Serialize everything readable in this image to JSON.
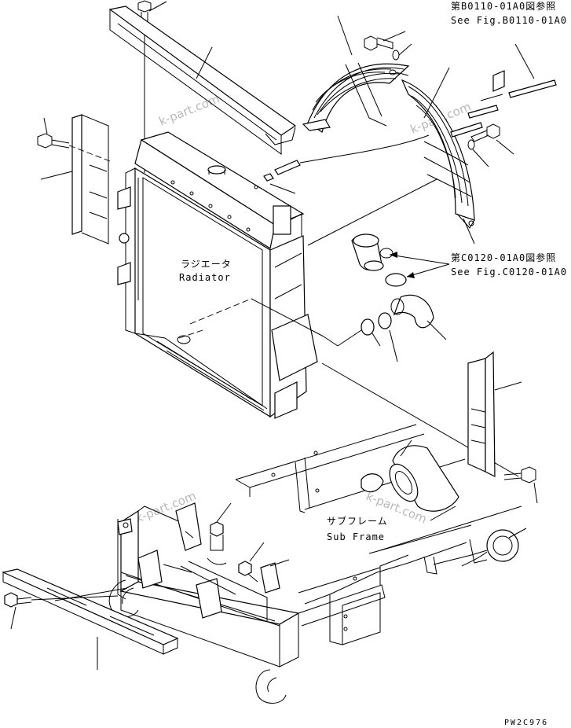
{
  "references": {
    "fan_guard": {
      "jp": "第B0110-01A0図参照",
      "en": "See Fig.B0110-01A0"
    },
    "hoses": {
      "jp": "第C0120-01A0図参照",
      "en": "See Fig.C0120-01A0"
    }
  },
  "labels": {
    "radiator": {
      "jp": "ラジエータ",
      "en": "Radiator"
    },
    "sub_frame": {
      "jp": "サブフレーム",
      "en": "Sub Frame"
    }
  },
  "watermark": "k-part.com",
  "drawing_code": "PW2C976"
}
